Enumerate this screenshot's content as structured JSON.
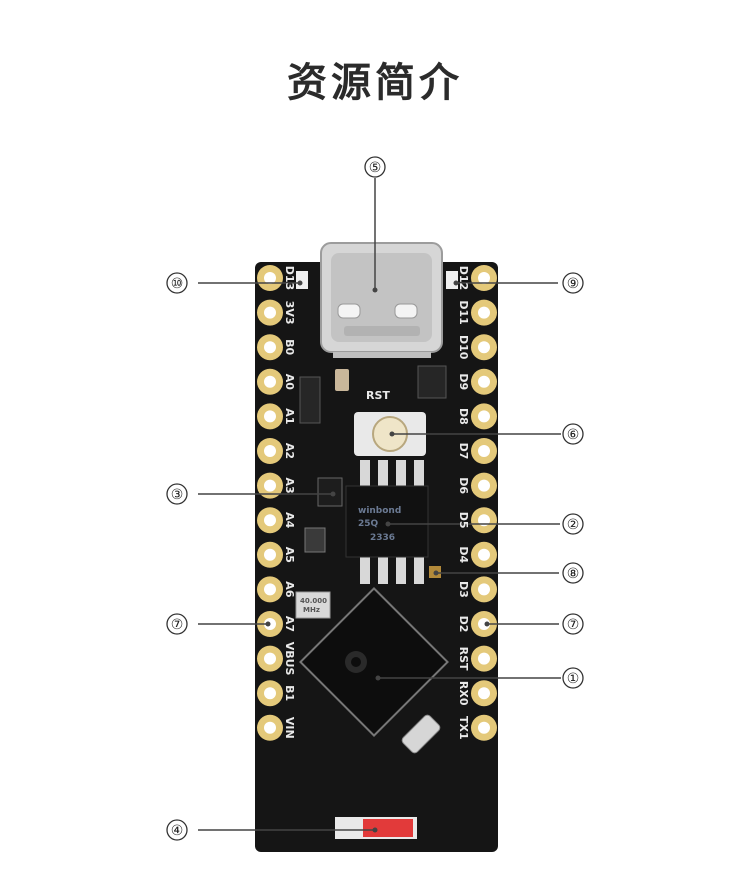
{
  "title": "资源简介",
  "left_pins": [
    "D13",
    "3V3",
    "B0",
    "A0",
    "A1",
    "A2",
    "A3",
    "A4",
    "A5",
    "A6",
    "A7",
    "VBUS",
    "B1",
    "VIN"
  ],
  "right_pins": [
    "D12",
    "D11",
    "D10",
    "D9",
    "D8",
    "D7",
    "D6",
    "D5",
    "D4",
    "D3",
    "D2",
    "RST",
    "RX0",
    "TX1"
  ],
  "board_text": {
    "rst": "RST",
    "flash_brand": "winbond",
    "flash_line1": "25Q",
    "flash_line2": "2336",
    "crystal_line1": "40.000",
    "crystal_line2": "MHz"
  },
  "callouts": [
    {
      "id": "c1",
      "label": "①"
    },
    {
      "id": "c2",
      "label": "②"
    },
    {
      "id": "c3",
      "label": "③"
    },
    {
      "id": "c4",
      "label": "④"
    },
    {
      "id": "c5",
      "label": "⑤"
    },
    {
      "id": "c6",
      "label": "⑥"
    },
    {
      "id": "c7l",
      "label": "⑦"
    },
    {
      "id": "c7r",
      "label": "⑦"
    },
    {
      "id": "c8",
      "label": "⑧"
    },
    {
      "id": "c9",
      "label": "⑨"
    },
    {
      "id": "c10",
      "label": "⑩"
    }
  ],
  "colors": {
    "pcb": "#151515",
    "gold": "#e4c97a",
    "silkscreen": "#e9e9e9",
    "usb_metal": "#d6d6d6",
    "button": "#efe5c8",
    "led_red": "#e23a3a"
  }
}
